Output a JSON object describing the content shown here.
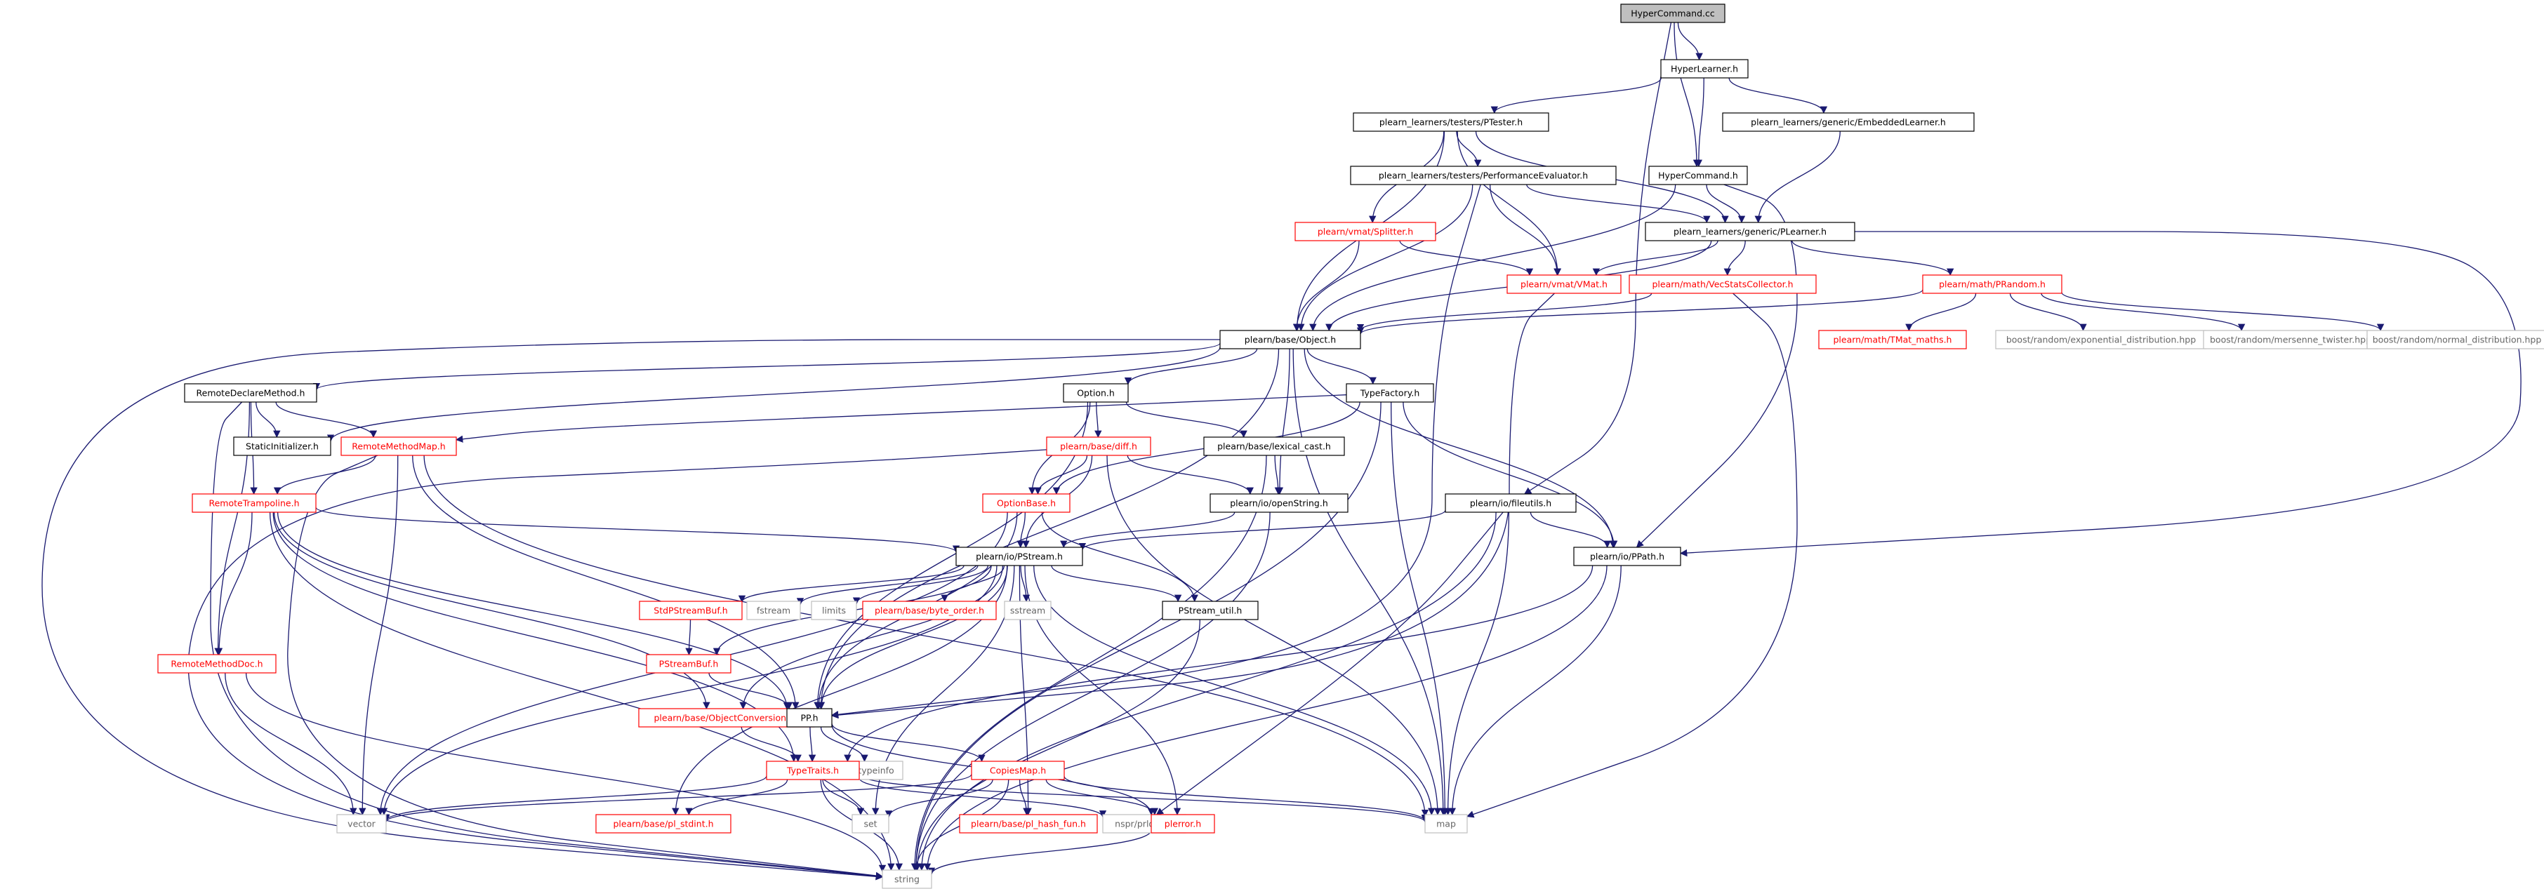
{
  "colors": {
    "edge": "#191970",
    "root_fill": "#bfbfbf",
    "documented_border": "#000000",
    "truncated_border": "#ff0000",
    "external_border": "#bfbfbf"
  },
  "nodes": [
    {
      "id": "hypercommand_cc",
      "label": "HyperCommand.cc",
      "kind": "root"
    },
    {
      "id": "hyperlearner_h",
      "label": "HyperLearner.h",
      "kind": "documented"
    },
    {
      "id": "ptester_h",
      "label": "plearn_learners/testers/PTester.h",
      "kind": "documented"
    },
    {
      "id": "embeddedlearner_h",
      "label": "plearn_learners/generic/EmbeddedLearner.h",
      "kind": "documented"
    },
    {
      "id": "perfeval_h",
      "label": "plearn_learners/testers/PerformanceEvaluator.h",
      "kind": "documented"
    },
    {
      "id": "hypercommand_h",
      "label": "HyperCommand.h",
      "kind": "documented"
    },
    {
      "id": "splitter_h",
      "label": "plearn/vmat/Splitter.h",
      "kind": "truncated"
    },
    {
      "id": "plearner_h",
      "label": "plearn_learners/generic/PLearner.h",
      "kind": "documented"
    },
    {
      "id": "vmat_h",
      "label": "plearn/vmat/VMat.h",
      "kind": "truncated"
    },
    {
      "id": "vecstats_h",
      "label": "plearn/math/VecStatsCollector.h",
      "kind": "truncated"
    },
    {
      "id": "prandom_h",
      "label": "plearn/math/PRandom.h",
      "kind": "truncated"
    },
    {
      "id": "object_h",
      "label": "plearn/base/Object.h",
      "kind": "documented"
    },
    {
      "id": "tmatmaths_h",
      "label": "plearn/math/TMat_maths.h",
      "kind": "truncated"
    },
    {
      "id": "boost_exp",
      "label": "boost/random/exponential_distribution.hpp",
      "kind": "external"
    },
    {
      "id": "boost_mt",
      "label": "boost/random/mersenne_twister.hpp",
      "kind": "external"
    },
    {
      "id": "boost_norm",
      "label": "boost/random/normal_distribution.hpp",
      "kind": "external"
    },
    {
      "id": "remotedeclare_h",
      "label": "RemoteDeclareMethod.h",
      "kind": "documented"
    },
    {
      "id": "option_h",
      "label": "Option.h",
      "kind": "documented"
    },
    {
      "id": "typefactory_h",
      "label": "TypeFactory.h",
      "kind": "documented"
    },
    {
      "id": "staticinit_h",
      "label": "StaticInitializer.h",
      "kind": "documented"
    },
    {
      "id": "remotemethodmap_h",
      "label": "RemoteMethodMap.h",
      "kind": "truncated"
    },
    {
      "id": "diff_h",
      "label": "plearn/base/diff.h",
      "kind": "truncated"
    },
    {
      "id": "lexicalcast_h",
      "label": "plearn/base/lexical_cast.h",
      "kind": "documented"
    },
    {
      "id": "remotetrampoline_h",
      "label": "RemoteTrampoline.h",
      "kind": "truncated"
    },
    {
      "id": "optionbase_h",
      "label": "OptionBase.h",
      "kind": "truncated"
    },
    {
      "id": "openstring_h",
      "label": "plearn/io/openString.h",
      "kind": "documented"
    },
    {
      "id": "fileutils_h",
      "label": "plearn/io/fileutils.h",
      "kind": "documented"
    },
    {
      "id": "pstream_h",
      "label": "plearn/io/PStream.h",
      "kind": "documented"
    },
    {
      "id": "ppath_h",
      "label": "plearn/io/PPath.h",
      "kind": "documented"
    },
    {
      "id": "stdpstreambuf_h",
      "label": "StdPStreamBuf.h",
      "kind": "truncated"
    },
    {
      "id": "fstream",
      "label": "fstream",
      "kind": "external"
    },
    {
      "id": "limits",
      "label": "limits",
      "kind": "external"
    },
    {
      "id": "byteorder_h",
      "label": "plearn/base/byte_order.h",
      "kind": "truncated"
    },
    {
      "id": "sstream",
      "label": "sstream",
      "kind": "external"
    },
    {
      "id": "pstreamutil_h",
      "label": "PStream_util.h",
      "kind": "documented"
    },
    {
      "id": "remotemethoddoc_h",
      "label": "RemoteMethodDoc.h",
      "kind": "truncated"
    },
    {
      "id": "pstreambuf_h",
      "label": "PStreamBuf.h",
      "kind": "truncated"
    },
    {
      "id": "objectconv_h",
      "label": "plearn/base/ObjectConversions.h",
      "kind": "truncated"
    },
    {
      "id": "pp_h",
      "label": "PP.h",
      "kind": "documented"
    },
    {
      "id": "typeinfo",
      "label": "typeinfo",
      "kind": "external"
    },
    {
      "id": "typetraits_h",
      "label": "TypeTraits.h",
      "kind": "truncated"
    },
    {
      "id": "copiesmap_h",
      "label": "CopiesMap.h",
      "kind": "truncated"
    },
    {
      "id": "vector",
      "label": "vector",
      "kind": "external"
    },
    {
      "id": "plstdint_h",
      "label": "plearn/base/pl_stdint.h",
      "kind": "truncated"
    },
    {
      "id": "set",
      "label": "set",
      "kind": "external"
    },
    {
      "id": "plhashfun_h",
      "label": "plearn/base/pl_hash_fun.h",
      "kind": "truncated"
    },
    {
      "id": "prlong_h",
      "label": "nspr/prlong.h",
      "kind": "external"
    },
    {
      "id": "plerror_h",
      "label": "plerror.h",
      "kind": "truncated"
    },
    {
      "id": "map",
      "label": "map",
      "kind": "external"
    },
    {
      "id": "string",
      "label": "string",
      "kind": "external"
    }
  ],
  "edges": [
    [
      "hypercommand_cc",
      "hyperlearner_h"
    ],
    [
      "hypercommand_cc",
      "hypercommand_h"
    ],
    [
      "hypercommand_cc",
      "fileutils_h"
    ],
    [
      "hyperlearner_h",
      "ptester_h"
    ],
    [
      "hyperlearner_h",
      "embeddedlearner_h"
    ],
    [
      "hyperlearner_h",
      "hypercommand_h"
    ],
    [
      "embeddedlearner_h",
      "plearner_h"
    ],
    [
      "ptester_h",
      "perfeval_h"
    ],
    [
      "ptester_h",
      "splitter_h"
    ],
    [
      "ptester_h",
      "plearner_h"
    ],
    [
      "ptester_h",
      "vmat_h"
    ],
    [
      "ptester_h",
      "object_h"
    ],
    [
      "perfeval_h",
      "plearner_h"
    ],
    [
      "perfeval_h",
      "vmat_h"
    ],
    [
      "perfeval_h",
      "object_h"
    ],
    [
      "perfeval_h",
      "pp_h"
    ],
    [
      "hypercommand_h",
      "plearner_h"
    ],
    [
      "hypercommand_h",
      "object_h"
    ],
    [
      "hypercommand_h",
      "ppath_h"
    ],
    [
      "splitter_h",
      "vmat_h"
    ],
    [
      "splitter_h",
      "object_h"
    ],
    [
      "plearner_h",
      "vmat_h"
    ],
    [
      "plearner_h",
      "vecstats_h"
    ],
    [
      "plearner_h",
      "prandom_h"
    ],
    [
      "plearner_h",
      "object_h"
    ],
    [
      "plearner_h",
      "ppath_h"
    ],
    [
      "vmat_h",
      "pp_h"
    ],
    [
      "vecstats_h",
      "object_h"
    ],
    [
      "vecstats_h",
      "map"
    ],
    [
      "prandom_h",
      "object_h"
    ],
    [
      "prandom_h",
      "tmatmaths_h"
    ],
    [
      "prandom_h",
      "boost_exp"
    ],
    [
      "prandom_h",
      "boost_mt"
    ],
    [
      "prandom_h",
      "boost_norm"
    ],
    [
      "object_h",
      "remotedeclare_h"
    ],
    [
      "object_h",
      "option_h"
    ],
    [
      "object_h",
      "typefactory_h"
    ],
    [
      "object_h",
      "staticinit_h"
    ],
    [
      "object_h",
      "openstring_h"
    ],
    [
      "object_h",
      "ppath_h"
    ],
    [
      "object_h",
      "pp_h"
    ],
    [
      "object_h",
      "map"
    ],
    [
      "object_h",
      "string"
    ],
    [
      "remotedeclare_h",
      "staticinit_h"
    ],
    [
      "remotedeclare_h",
      "remotemethodmap_h"
    ],
    [
      "remotedeclare_h",
      "remotetrampoline_h"
    ],
    [
      "remotedeclare_h",
      "remotemethoddoc_h"
    ],
    [
      "remotedeclare_h",
      "string"
    ],
    [
      "option_h",
      "optionbase_h"
    ],
    [
      "option_h",
      "diff_h"
    ],
    [
      "option_h",
      "lexicalcast_h"
    ],
    [
      "option_h",
      "pp_h"
    ],
    [
      "typefactory_h",
      "remotemethodmap_h"
    ],
    [
      "typefactory_h",
      "optionbase_h"
    ],
    [
      "typefactory_h",
      "ppath_h"
    ],
    [
      "typefactory_h",
      "map"
    ],
    [
      "typefactory_h",
      "string"
    ],
    [
      "remotemethodmap_h",
      "remotetrampoline_h"
    ],
    [
      "remotemethodmap_h",
      "pp_h"
    ],
    [
      "remotemethodmap_h",
      "vector"
    ],
    [
      "remotemethodmap_h",
      "map"
    ],
    [
      "remotemethodmap_h",
      "string"
    ],
    [
      "diff_h",
      "optionbase_h"
    ],
    [
      "diff_h",
      "pstream_h"
    ],
    [
      "diff_h",
      "openstring_h"
    ],
    [
      "diff_h",
      "map"
    ],
    [
      "diff_h",
      "string"
    ],
    [
      "lexicalcast_h",
      "openstring_h"
    ],
    [
      "lexicalcast_h",
      "string"
    ],
    [
      "remotetrampoline_h",
      "pstream_h"
    ],
    [
      "remotetrampoline_h",
      "remotemethoddoc_h"
    ],
    [
      "remotetrampoline_h",
      "objectconv_h"
    ],
    [
      "remotetrampoline_h",
      "pp_h"
    ],
    [
      "remotetrampoline_h",
      "typetraits_h"
    ],
    [
      "remotetrampoline_h",
      "string"
    ],
    [
      "optionbase_h",
      "pstream_h"
    ],
    [
      "optionbase_h",
      "pstreamutil_h"
    ],
    [
      "optionbase_h",
      "pp_h"
    ],
    [
      "optionbase_h",
      "vector"
    ],
    [
      "openstring_h",
      "pstream_h"
    ],
    [
      "openstring_h",
      "string"
    ],
    [
      "fileutils_h",
      "pstream_h"
    ],
    [
      "fileutils_h",
      "ppath_h"
    ],
    [
      "fileutils_h",
      "map"
    ],
    [
      "fileutils_h",
      "string"
    ],
    [
      "fileutils_h",
      "prlong_h"
    ],
    [
      "pstream_h",
      "stdpstreambuf_h"
    ],
    [
      "pstream_h",
      "fstream"
    ],
    [
      "pstream_h",
      "limits"
    ],
    [
      "pstream_h",
      "byteorder_h"
    ],
    [
      "pstream_h",
      "sstream"
    ],
    [
      "pstream_h",
      "pstreamutil_h"
    ],
    [
      "pstream_h",
      "pstreambuf_h"
    ],
    [
      "pstream_h",
      "objectconv_h"
    ],
    [
      "pstream_h",
      "pp_h"
    ],
    [
      "pstream_h",
      "vector"
    ],
    [
      "pstream_h",
      "plstdint_h"
    ],
    [
      "pstream_h",
      "set"
    ],
    [
      "pstream_h",
      "plhashfun_h"
    ],
    [
      "pstream_h",
      "plerror_h"
    ],
    [
      "pstream_h",
      "map"
    ],
    [
      "ppath_h",
      "typetraits_h"
    ],
    [
      "ppath_h",
      "map"
    ],
    [
      "ppath_h",
      "string"
    ],
    [
      "stdpstreambuf_h",
      "pstreambuf_h"
    ],
    [
      "pstreambuf_h",
      "pp_h"
    ],
    [
      "pstreamutil_h",
      "string"
    ],
    [
      "remotemethoddoc_h",
      "vector"
    ],
    [
      "remotemethoddoc_h",
      "string"
    ],
    [
      "objectconv_h",
      "typetraits_h"
    ],
    [
      "pp_h",
      "typeinfo"
    ],
    [
      "pp_h",
      "typetraits_h"
    ],
    [
      "pp_h",
      "copiesmap_h"
    ],
    [
      "pp_h",
      "plerror_h"
    ],
    [
      "typetraits_h",
      "vector"
    ],
    [
      "typetraits_h",
      "plstdint_h"
    ],
    [
      "typetraits_h",
      "set"
    ],
    [
      "typetraits_h",
      "map"
    ],
    [
      "typetraits_h",
      "string"
    ],
    [
      "typetraits_h",
      "prlong_h"
    ],
    [
      "copiesmap_h",
      "vector"
    ],
    [
      "copiesmap_h",
      "set"
    ],
    [
      "copiesmap_h",
      "plhashfun_h"
    ],
    [
      "copiesmap_h",
      "plerror_h"
    ],
    [
      "copiesmap_h",
      "map"
    ],
    [
      "copiesmap_h",
      "string"
    ],
    [
      "plerror_h",
      "string"
    ]
  ]
}
